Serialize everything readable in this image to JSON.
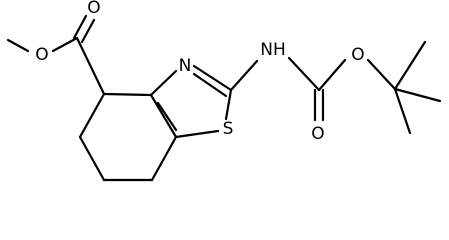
{
  "molecule": {
    "atoms": {
      "ester_o_single": "O",
      "ester_o_double": "O",
      "thiazole_n": "N",
      "thiazole_s": "S",
      "amide_nh": "NH",
      "carbamate_o_single": "O",
      "carbamate_o_double": "O"
    },
    "colors": {
      "bond": "#000000",
      "label": "#000000",
      "background": "#ffffff"
    }
  }
}
